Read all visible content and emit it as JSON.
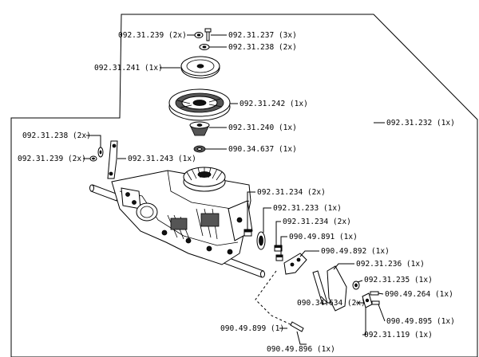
{
  "labels": {
    "washer_239_top": "092.31.239 (2x)",
    "bolt_237": "092.31.237  (3x)",
    "washer_238_top": "092.31.238  (2x)",
    "small_pulley_241": "092.31.241 (1x)",
    "fan_pulley_242": "092.31.242  (1x)",
    "hub_240": "092.31.240  (1x)",
    "assembly_232": "092.31.232  (1x)",
    "washer_238_left": "092.31.238  (2x)",
    "lever_243": "092.31.243  (1x)",
    "nut_637": "090.34.637  (1x)",
    "washer_239_left": "092.31.239  (2x)",
    "seal_234_a": "092.31.234  (2x)",
    "seal_233": "092.31.233  (1x)",
    "seal_234_b": "092.31.234  (2x)",
    "pin_891": "090.49.891  (1x)",
    "pin_892": "090.49.892  (1x)",
    "plate_236": "092.31.236  (1x)",
    "washer_235": "092.31.235  (1x)",
    "screw_264": "090.49.264  (1x)",
    "spring_634": "090.34.634  (2x)",
    "pin_895": "090.49.895  (1x)",
    "pin_899": "090.49.899  (1)",
    "clip_119": "092.31.119  (1x)",
    "pin_896": "090.49.896  (1x)"
  }
}
